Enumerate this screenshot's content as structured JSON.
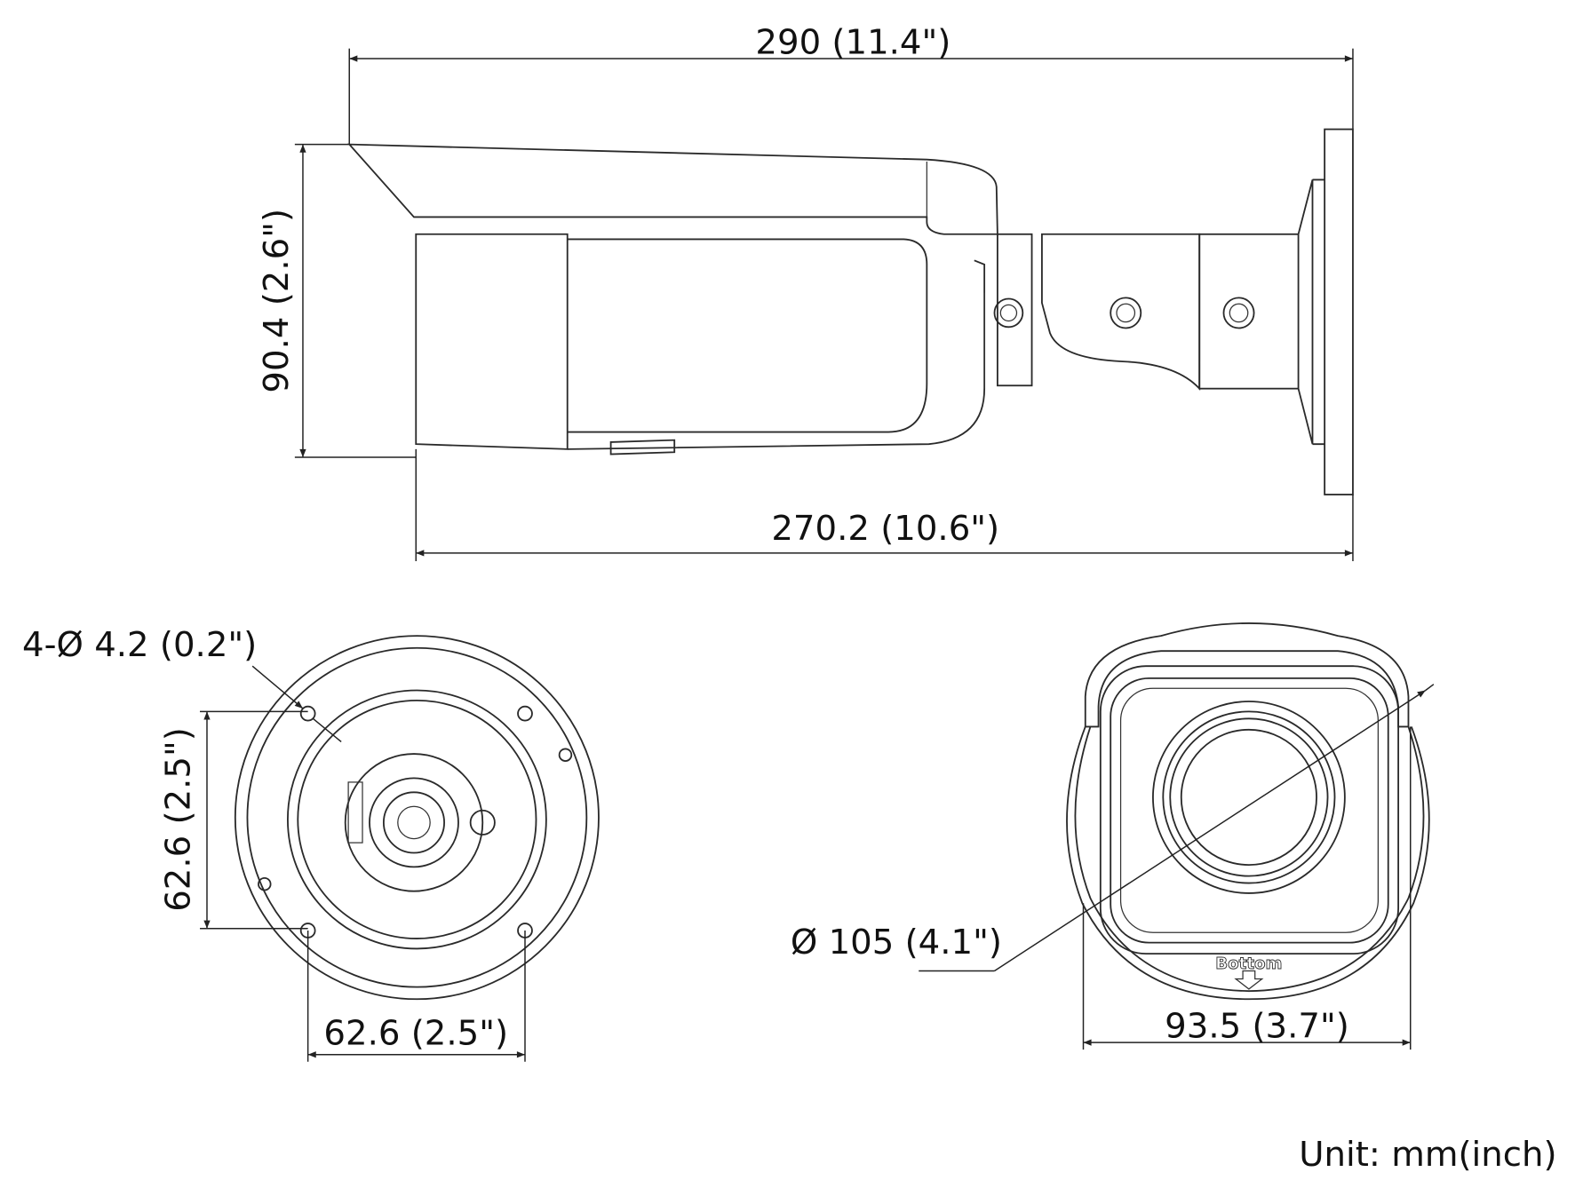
{
  "side_view": {
    "overall_length": "290 (11.4\")",
    "height": "90.4 (2.6\")",
    "housing_length": "270.2 (10.6\")"
  },
  "base_view": {
    "hole_spec": "4-Ø 4.2 (0.2\")",
    "hole_spacing_vertical": "62.6 (2.5\")",
    "hole_spacing_horizontal": "62.6 (2.5\")"
  },
  "front_view": {
    "diameter": "Ø 105 (4.1\")",
    "width": "93.5 (3.7\")",
    "bottom_marking": "Bottom"
  },
  "unit_note": "Unit: mm(inch)"
}
